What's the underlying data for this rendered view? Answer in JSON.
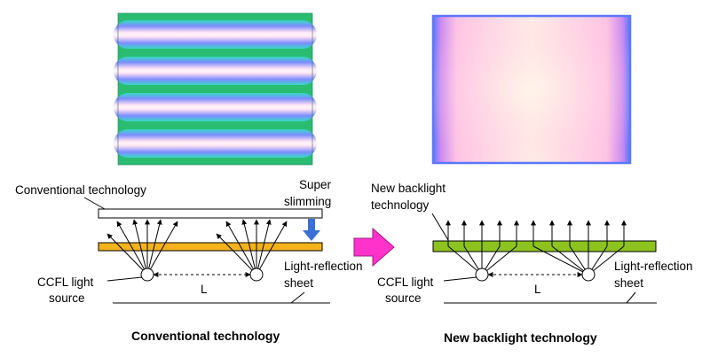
{
  "left": {
    "caption": "Conventional technology",
    "tag": "Conventional technology",
    "super_slimming": [
      "Super",
      "slimming"
    ],
    "ccfl": [
      "CCFL light",
      "source"
    ],
    "distance_label": "L",
    "reflection": [
      "Light-reflection",
      "sheet"
    ]
  },
  "right": {
    "caption": "New backlight technology",
    "tag": [
      "New backlight",
      "technology"
    ],
    "ccfl": [
      "CCFL light",
      "source"
    ],
    "distance_label": "L",
    "reflection": [
      "Light-reflection",
      "sheet"
    ]
  },
  "colors": {
    "diffuser_conventional": "#f5b31a",
    "diffuser_new": "#8dc21f",
    "slimming_arrow": "#3a6fd6",
    "transition_arrow": "#ff33cc",
    "heatmap_green": "#2ec27a",
    "heatmap_pink": "#ffb4dc",
    "heatmap_blue": "#5a78ff"
  }
}
